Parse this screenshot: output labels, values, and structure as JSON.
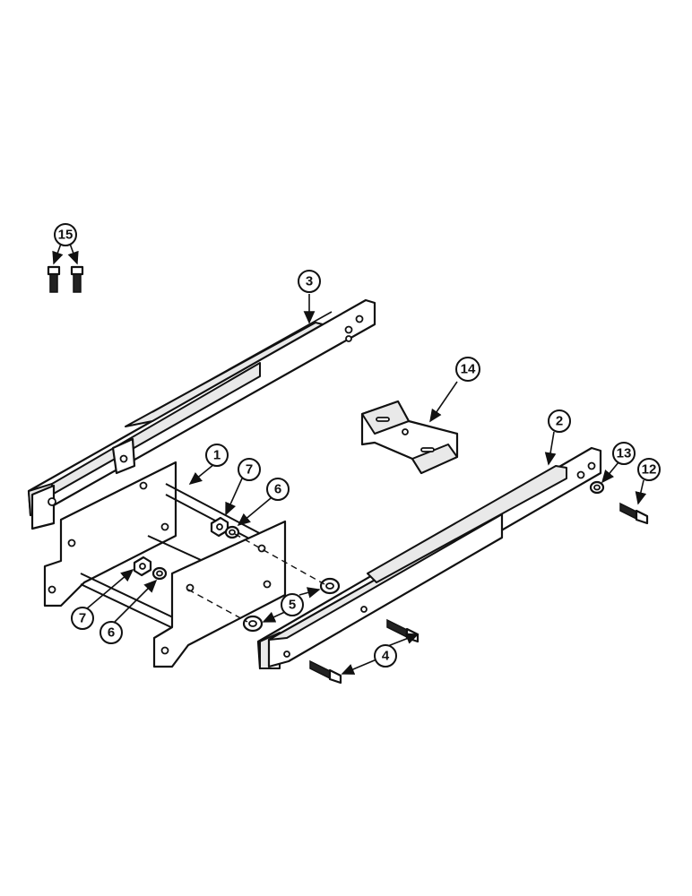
{
  "callouts": {
    "c1": "1",
    "c2": "2",
    "c3": "3",
    "c4": "4",
    "c5": "5",
    "c6a": "6",
    "c6b": "6",
    "c7a": "7",
    "c7b": "7",
    "c12": "12",
    "c13": "13",
    "c14": "14",
    "c15": "15"
  }
}
